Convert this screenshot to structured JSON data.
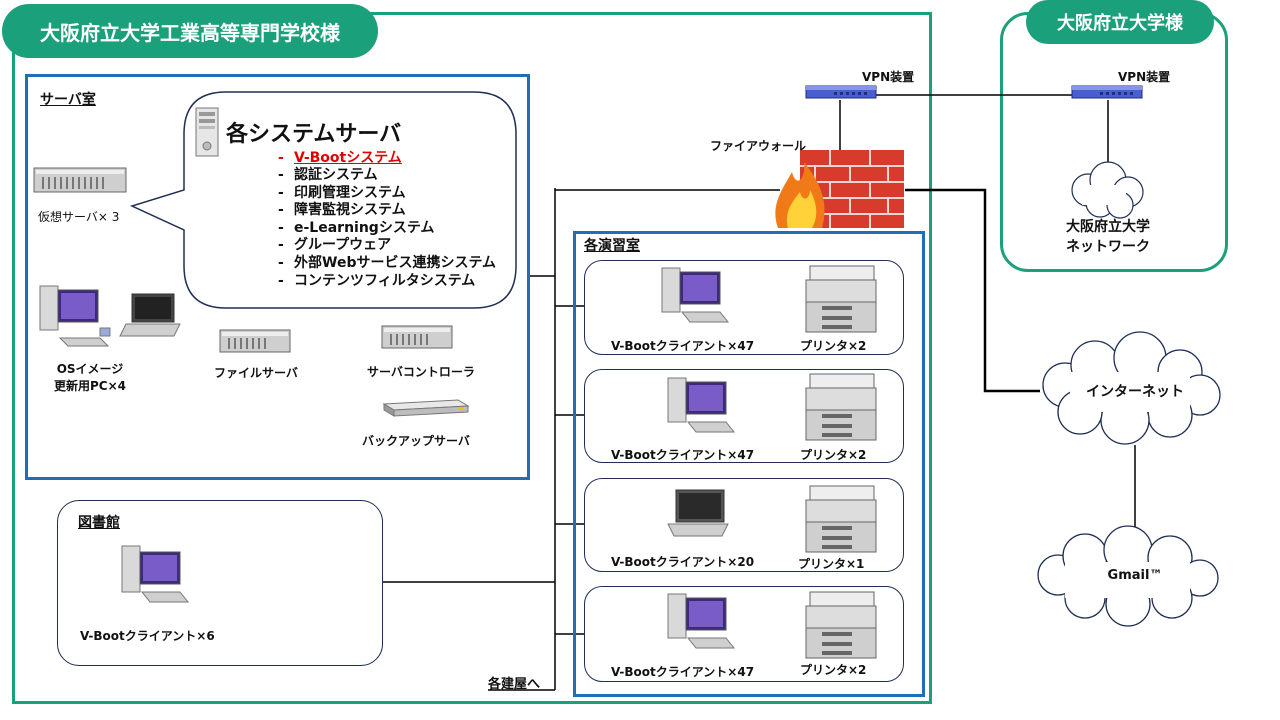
{
  "campus": {
    "title": "大阪府立大学工業高等専門学校様",
    "partner_title": "大阪府立大学様"
  },
  "server_room": {
    "label": "サーバ室",
    "system_server": {
      "title": "各システムサーバ",
      "items": [
        {
          "label": "V-Bootシステム",
          "highlight": true,
          "color": "#e00000"
        },
        {
          "label": "認証システム"
        },
        {
          "label": "印刷管理システム"
        },
        {
          "label": "障害監視システム"
        },
        {
          "label": "e-Learningシステム"
        },
        {
          "label": "グループウェア"
        },
        {
          "label": "外部Webサービス連携システム"
        },
        {
          "label": "コンテンツフィルタシステム"
        }
      ],
      "bullet": "-"
    },
    "virtual_server": "仮想サーバ× 3",
    "os_image_pc": [
      "OSイメージ",
      "更新用PC×4"
    ],
    "file_server": "ファイルサーバ",
    "server_controller": "サーバコントローラ",
    "backup_server": "バックアップサーバ"
  },
  "exercise_rooms": {
    "label": "各演習室",
    "rooms": [
      {
        "client": "V-Bootクライアント×47",
        "printer": "プリンタ×2",
        "device": "desktop"
      },
      {
        "client": "V-Bootクライアント×47",
        "printer": "プリンタ×2",
        "device": "desktop"
      },
      {
        "client": "V-Bootクライアント×20",
        "printer": "プリンタ×1",
        "device": "laptop"
      },
      {
        "client": "V-Bootクライアント×47",
        "printer": "プリンタ×2",
        "device": "desktop"
      }
    ]
  },
  "library": {
    "label": "図書館",
    "client": "V-Bootクライアント×6"
  },
  "to_buildings": "各建屋へ",
  "network": {
    "vpn_left": "VPN装置",
    "vpn_right": "VPN装置",
    "firewall": "ファイアウォール",
    "univ_network": [
      "大阪府立大学",
      "ネットワーク"
    ],
    "internet": "インターネット",
    "gmail": "Gmail™"
  },
  "colors": {
    "campus_green": "#1aa07a",
    "frame_blue": "#1f6fb8",
    "line_black": "#000000",
    "highlight_red": "#e00000"
  }
}
